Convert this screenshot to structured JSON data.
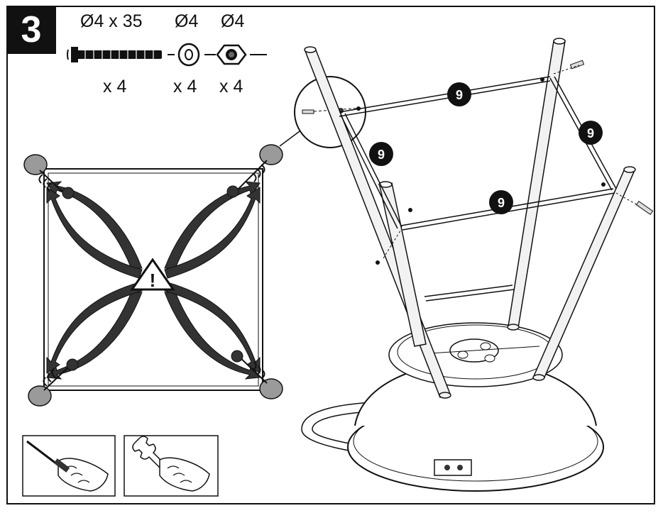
{
  "step": {
    "number": "3"
  },
  "hardware": {
    "screw": {
      "spec": "Ø4 x 35",
      "qty": "x 4"
    },
    "washer": {
      "spec": "Ø4",
      "qty": "x 4"
    },
    "nut": {
      "spec": "Ø4",
      "qty": "x 4"
    }
  },
  "part_callouts": [
    "9",
    "9",
    "9",
    "9"
  ],
  "warning": {
    "symbol": "!"
  },
  "tools": [
    "screwdriver-icon",
    "wrench-icon"
  ],
  "colors": {
    "ink": "#111111",
    "background": "#ffffff",
    "leg_fill": "#f2f2f2",
    "gray": "#9a9a9a"
  }
}
